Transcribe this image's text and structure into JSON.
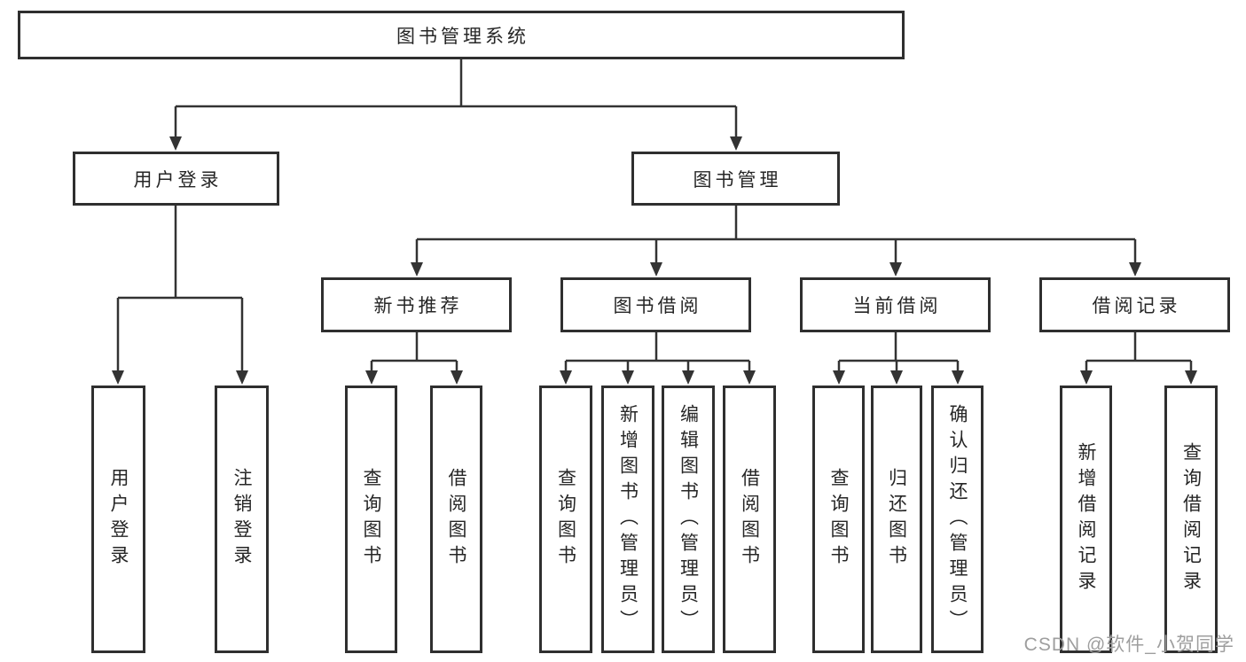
{
  "diagram": {
    "watermark": "CSDN @软件_小贺同学",
    "colors": {
      "line": "#333333",
      "box_border": "#2f2f2f",
      "text": "#262626",
      "watermark_gray": "#9e9e9e"
    },
    "nodes": {
      "root": "图书管理系统",
      "user_login": "用户登录",
      "book_mgmt": "图书管理",
      "new_book_rec": "新书推荐",
      "book_borrow": "图书借阅",
      "current_borrow": "当前借阅",
      "borrow_records": "借阅记录",
      "leaf_user_login": "用户登录",
      "leaf_logout": "注销登录",
      "leaf_rec_query_books": "查询图书",
      "leaf_rec_borrow_books": "借阅图书",
      "leaf_bb_query_books": "查询图书",
      "leaf_bb_add_books": "新增图书（管理员）",
      "leaf_bb_edit_books": "编辑图书（管理员）",
      "leaf_bb_borrow_books": "借阅图书",
      "leaf_cb_query_books": "查询图书",
      "leaf_cb_return_books": "归还图书",
      "leaf_cb_confirm_return": "确认归还（管理员）",
      "leaf_br_add_record": "新增借阅记录",
      "leaf_br_query_record": "查询借阅记录"
    }
  }
}
